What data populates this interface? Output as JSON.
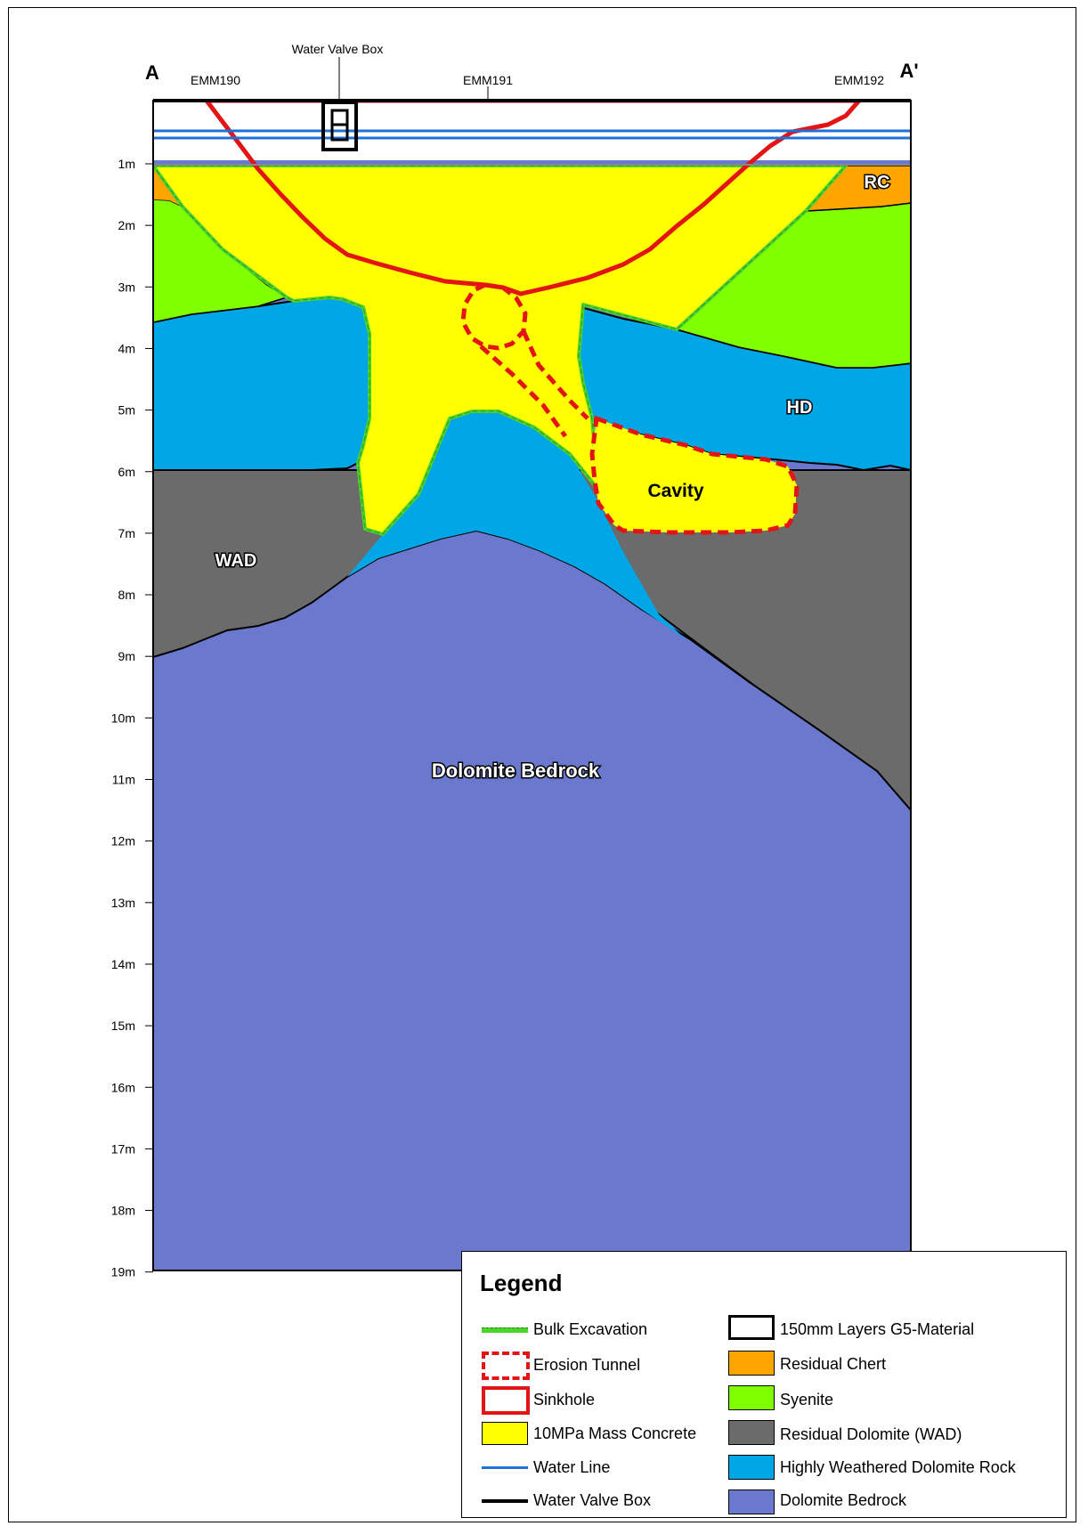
{
  "section": {
    "left_end": "A",
    "right_end": "A'",
    "boreholes": [
      "EMM190",
      "EMM191",
      "EMM192"
    ],
    "valve_box_label": "Water Valve Box"
  },
  "depth_axis": [
    "1m",
    "2m",
    "3m",
    "4m",
    "5m",
    "6m",
    "7m",
    "8m",
    "9m",
    "10m",
    "11m",
    "12m",
    "13m",
    "14m",
    "15m",
    "16m",
    "17m",
    "18m",
    "19m"
  ],
  "zone_labels": {
    "rc": "RC",
    "hd": "HD",
    "wad": "WAD",
    "cavity": "Cavity",
    "bedrock": "Dolomite Bedrock"
  },
  "legend": {
    "title": "Legend",
    "items": [
      {
        "label": "Bulk Excavation",
        "symbol": "green-dash-line"
      },
      {
        "label": "Erosion Tunnel",
        "symbol": "red-dashed-box"
      },
      {
        "label": "Sinkhole",
        "symbol": "red-box"
      },
      {
        "label": "10MPa Mass Concrete",
        "symbol": "fill",
        "color": "#ffff00"
      },
      {
        "label": "Water Line",
        "symbol": "line",
        "color": "#1f6fd6"
      },
      {
        "label": "Water Valve Box",
        "symbol": "line",
        "color": "#000000"
      },
      {
        "label": "150mm Layers G5-Material",
        "symbol": "fill",
        "color": "#ffffff"
      },
      {
        "label": "Residual Chert",
        "symbol": "fill",
        "color": "#ffa500"
      },
      {
        "label": "Syenite",
        "symbol": "fill",
        "color": "#80ff00"
      },
      {
        "label": "Residual Dolomite (WAD)",
        "symbol": "fill",
        "color": "#6b6b6b"
      },
      {
        "label": "Highly Weathered Dolomite Rock",
        "symbol": "fill",
        "color": "#00a6e6"
      },
      {
        "label": "Dolomite Bedrock",
        "symbol": "fill",
        "color": "#6a78cd"
      }
    ]
  },
  "colors": {
    "concrete": "#ffff00",
    "chert": "#ffa500",
    "syenite": "#80ff00",
    "wad": "#6b6b6b",
    "hd": "#00a6e6",
    "bedrock": "#6a78cd",
    "sinkhole": "#e31414",
    "excavation": "#4bd42a",
    "water": "#1f6fd6"
  }
}
